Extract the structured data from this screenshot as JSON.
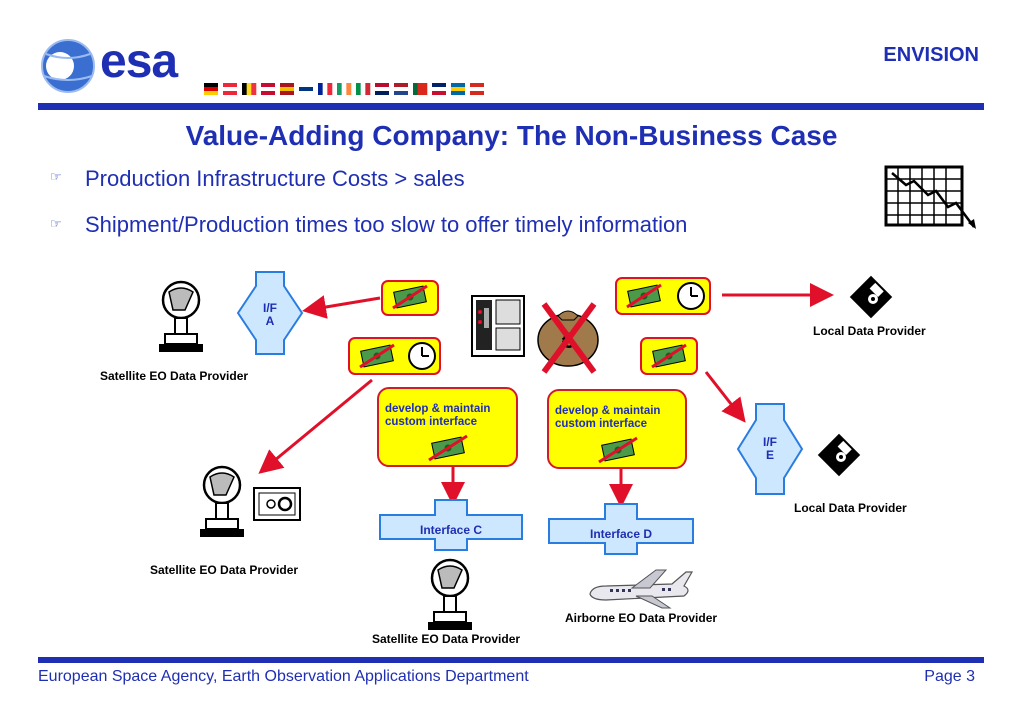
{
  "header": {
    "logo_text": "esa",
    "project": "ENVISION"
  },
  "slide": {
    "title": "Value-Adding Company: The Non-Business Case",
    "bullets": [
      "Production Infrastructure Costs > sales",
      "Shipment/Production times too slow to offer timely information"
    ]
  },
  "diagram": {
    "interfaces": {
      "a": "I/F\nA",
      "e": "I/F\nE",
      "c": "Interface C",
      "d": "Interface D"
    },
    "boxes": {
      "left": "develop &  maintain\ncustom interface",
      "right": "develop &  maintain\ncustom interface"
    },
    "labels": {
      "sat_top": "Satellite EO Data Provider",
      "sat_mid": "Satellite EO Data Provider",
      "sat_bottom": "Satellite EO Data Provider",
      "local_top": "Local Data Provider",
      "local_right": "Local Data Provider",
      "airborne": "Airborne EO Data Provider"
    }
  },
  "footer": {
    "org": "European Space Agency, Earth Observation Applications Department",
    "page": "Page 3"
  },
  "colors": {
    "brand_blue": "#1f2fb3",
    "arrow_red": "#e0102a",
    "box_yellow": "#ffff00",
    "interface_blue": "#cde7ff"
  }
}
